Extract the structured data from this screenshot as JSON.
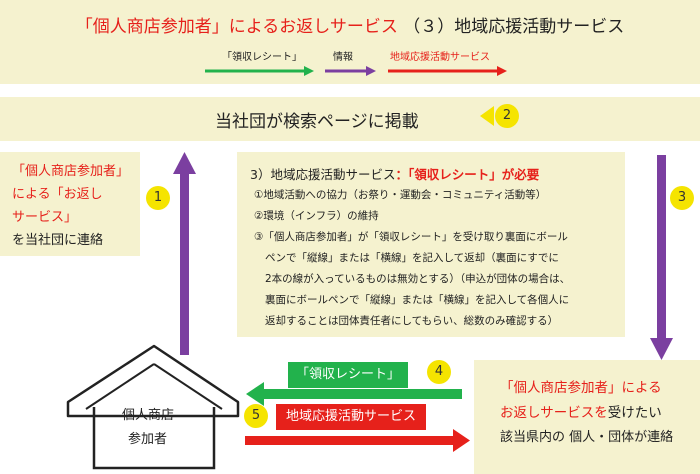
{
  "header": {
    "title_red": "「個人商店参加者」によるお返しサービス",
    "title_black": "（３）地域応援活動サービス"
  },
  "legend": {
    "receipt": "「領収レシート」",
    "info": "情報",
    "service": "地域応援活動サービス",
    "colors": {
      "receipt": "#22b24c",
      "info": "#7b3fa0",
      "service": "#e6211b"
    }
  },
  "banner": {
    "text": "当社団が検索ページに掲載",
    "step": "2"
  },
  "left_box": {
    "line1": "「個人商店参加者」",
    "line2": "による「お返し",
    "line3": "サービス」",
    "line4": "を当社団に連絡"
  },
  "center_box": {
    "heading_black": "3）地域応援活動サービス",
    "heading_red": "：「領収レシート」が必要",
    "item1": "①地域活動への協力（お祭り・運動会・コミュニティ活動等）",
    "item2": "②環境（インフラ）の維持",
    "item3_l1": "③「個人商店参加者」が「領収レシート」を受け取り裏面にボール",
    "item3_l2": "ペンで「縦線」または「横線」を記入して返却（裏面にすでに",
    "item3_l3": "2本の線が入っているものは無効とする）（申込が団体の場合は、",
    "item3_l4": "裏面にボールペンで「縦線」または「横線」を記入して各個人に",
    "item3_l5": "返却することは団体責任者にしてもらい、総数のみ確認する）"
  },
  "right_box": {
    "line1": "「個人商店参加者」による",
    "line2_red": "お返しサービスを",
    "line2_black": "受けたい",
    "line3": "該当県内の 個人・団体が連絡"
  },
  "house": {
    "line1": "個人商店",
    "line2": "参加者"
  },
  "flows": {
    "step1": "1",
    "step3": "3",
    "step4": "4",
    "step4_label": "「領収レシート」",
    "step5": "5",
    "step5_label": "地域応援活動サービス"
  }
}
